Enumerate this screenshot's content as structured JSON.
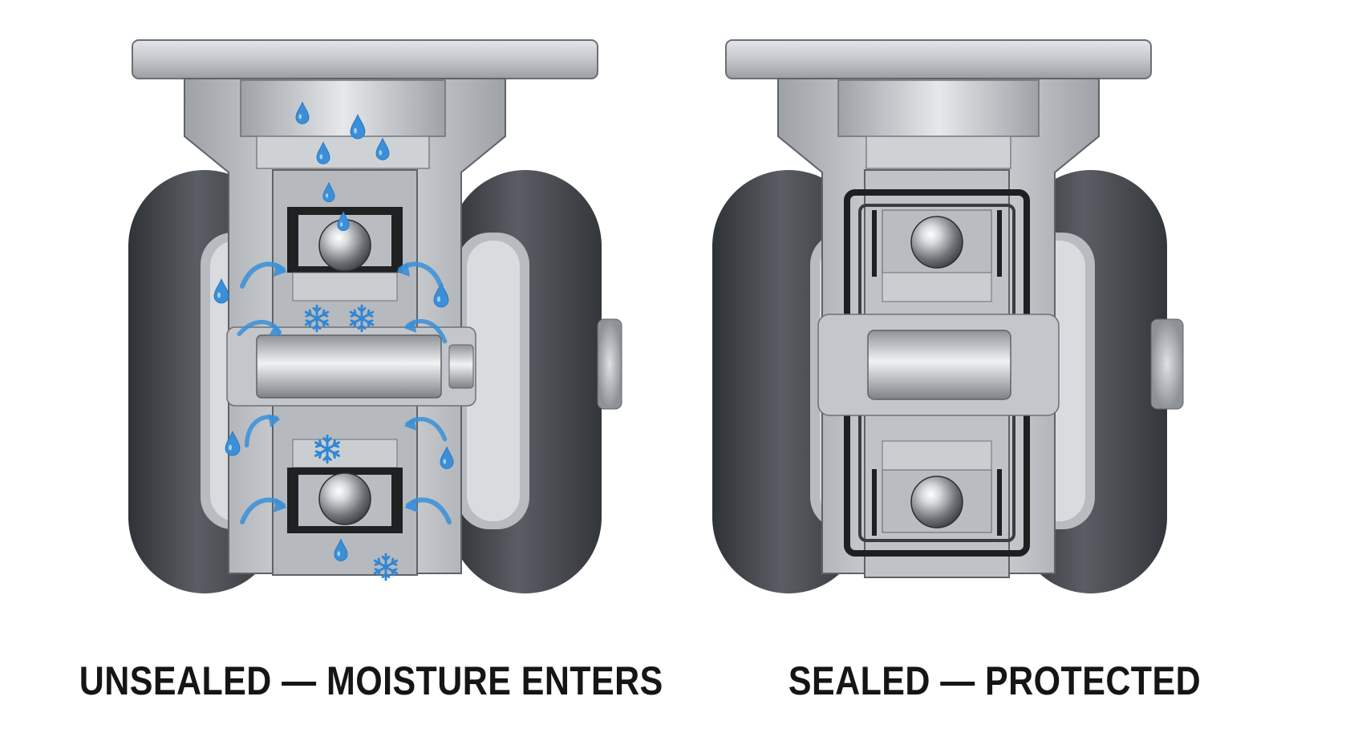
{
  "panels": [
    {
      "caption": "UNSEALED — MOISTURE ENTERS",
      "variant": "unsealed"
    },
    {
      "caption": "SEALED — PROTECTED",
      "variant": "sealed"
    }
  ],
  "colors": {
    "tire": "#4a4d52",
    "tire_dark": "#2c2e32",
    "steel": "#c9ccd0",
    "steel_dark": "#8d9196",
    "water": "#3a8fd8",
    "seal": "#2a2a2a"
  }
}
